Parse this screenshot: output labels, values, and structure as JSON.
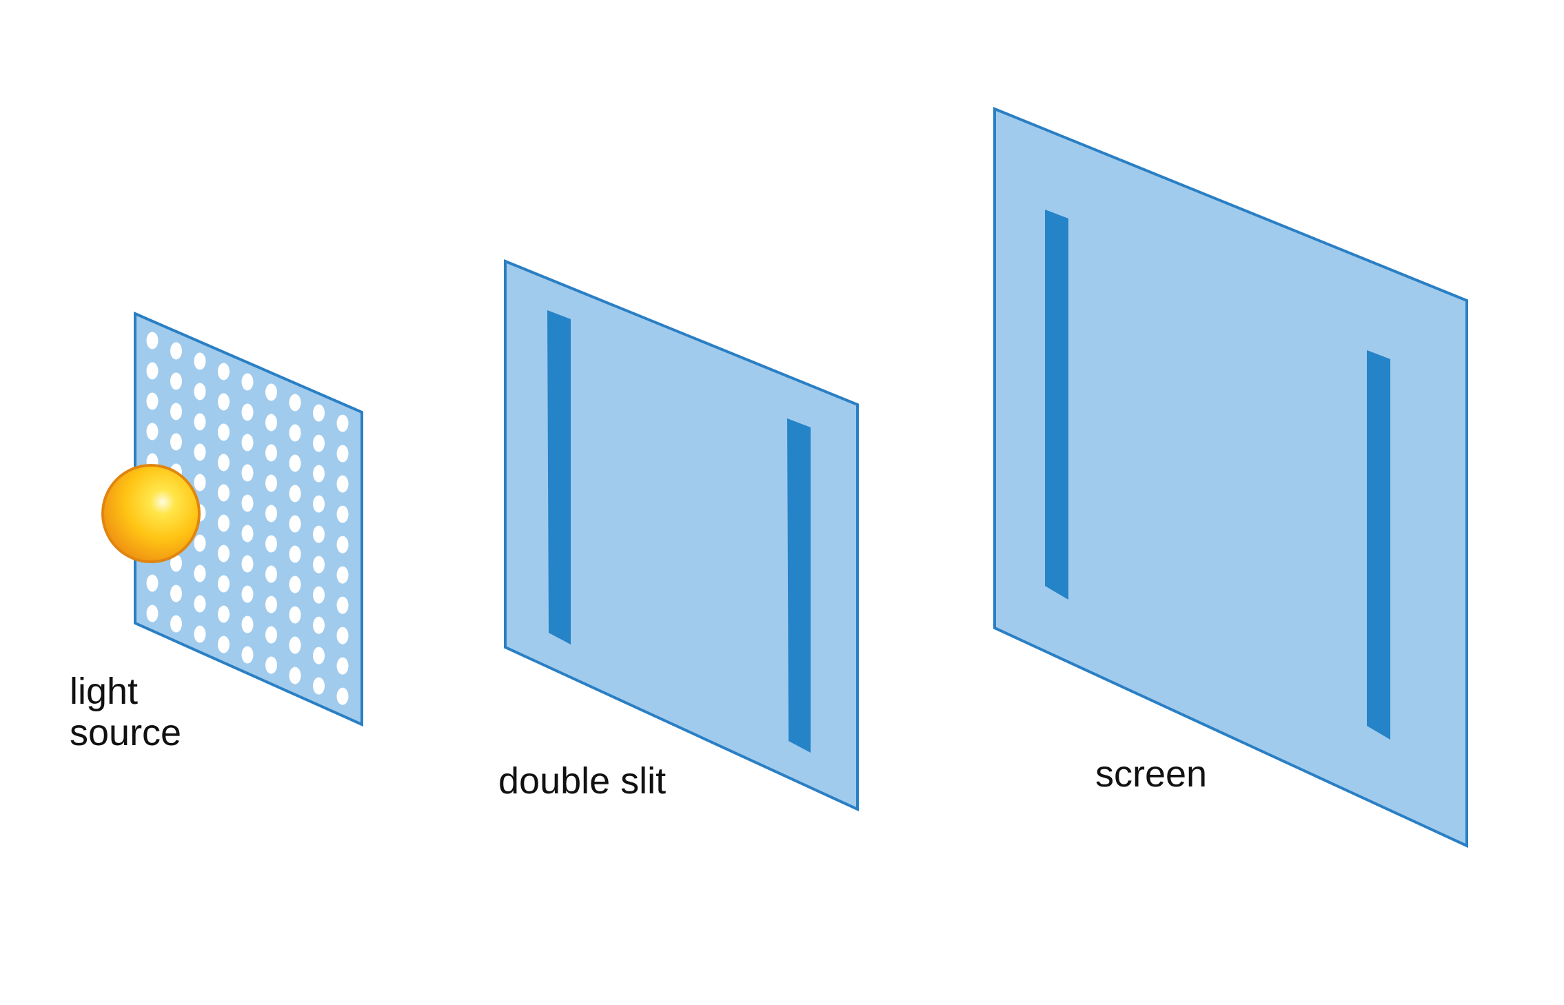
{
  "labels": {
    "light_source_line1": "light",
    "light_source_line2": "source",
    "double_slit": "double slit",
    "screen": "screen"
  },
  "colors": {
    "background": "#ffffff",
    "panel_fill": "#a1cbec",
    "panel_stroke": "#2a7fc4",
    "slit_fill": "#2583c8",
    "dot_fill": "#ffffff",
    "sun_outer": "#e8850f",
    "sun_inner": "#ffd21a",
    "sun_highlight": "#fffbe0"
  },
  "elements": {
    "light_source_panel": "panel-with-dot-grid",
    "light_source_bulb": "sun-sphere",
    "double_slit_panel": "panel-with-two-slits",
    "screen_panel": "panel-with-two-bright-bands"
  }
}
